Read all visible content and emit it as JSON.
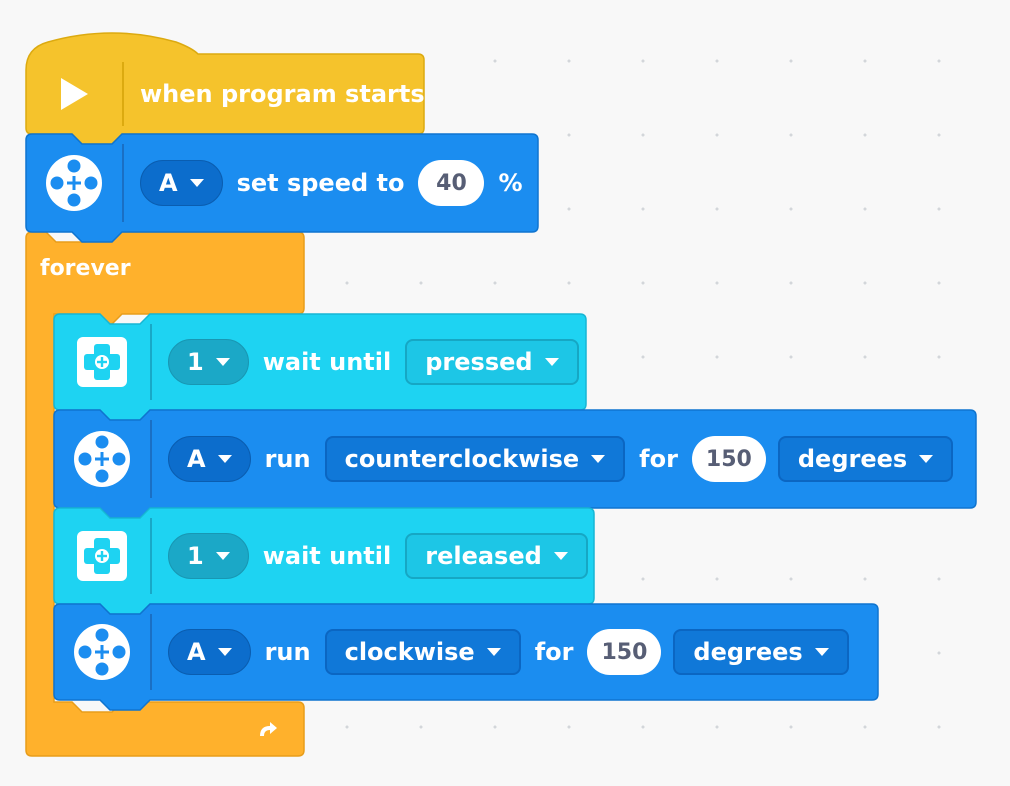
{
  "colors": {
    "events": "#f5c32c",
    "control": "#ffb12c",
    "motor": "#1b8df0",
    "sensor": "#1ed3f2"
  },
  "hat_block": {
    "label": "when program starts",
    "icon": "play-icon"
  },
  "set_speed": {
    "icon": "motor-icon",
    "port": "A",
    "label": "set speed to",
    "value": "40",
    "unit": "%"
  },
  "forever_block": {
    "label": "forever",
    "loop_icon": "loop-arrow-icon"
  },
  "wait_pressed": {
    "icon": "force-sensor-icon",
    "port": "1",
    "label": "wait until",
    "state": "pressed"
  },
  "run_ccw": {
    "icon": "motor-icon",
    "port": "A",
    "label": "run",
    "direction": "counterclockwise",
    "for_label": "for",
    "amount": "150",
    "unit": "degrees"
  },
  "wait_released": {
    "icon": "force-sensor-icon",
    "port": "1",
    "label": "wait until",
    "state": "released"
  },
  "run_cw": {
    "icon": "motor-icon",
    "port": "A",
    "label": "run",
    "direction": "clockwise",
    "for_label": "for",
    "amount": "150",
    "unit": "degrees"
  }
}
